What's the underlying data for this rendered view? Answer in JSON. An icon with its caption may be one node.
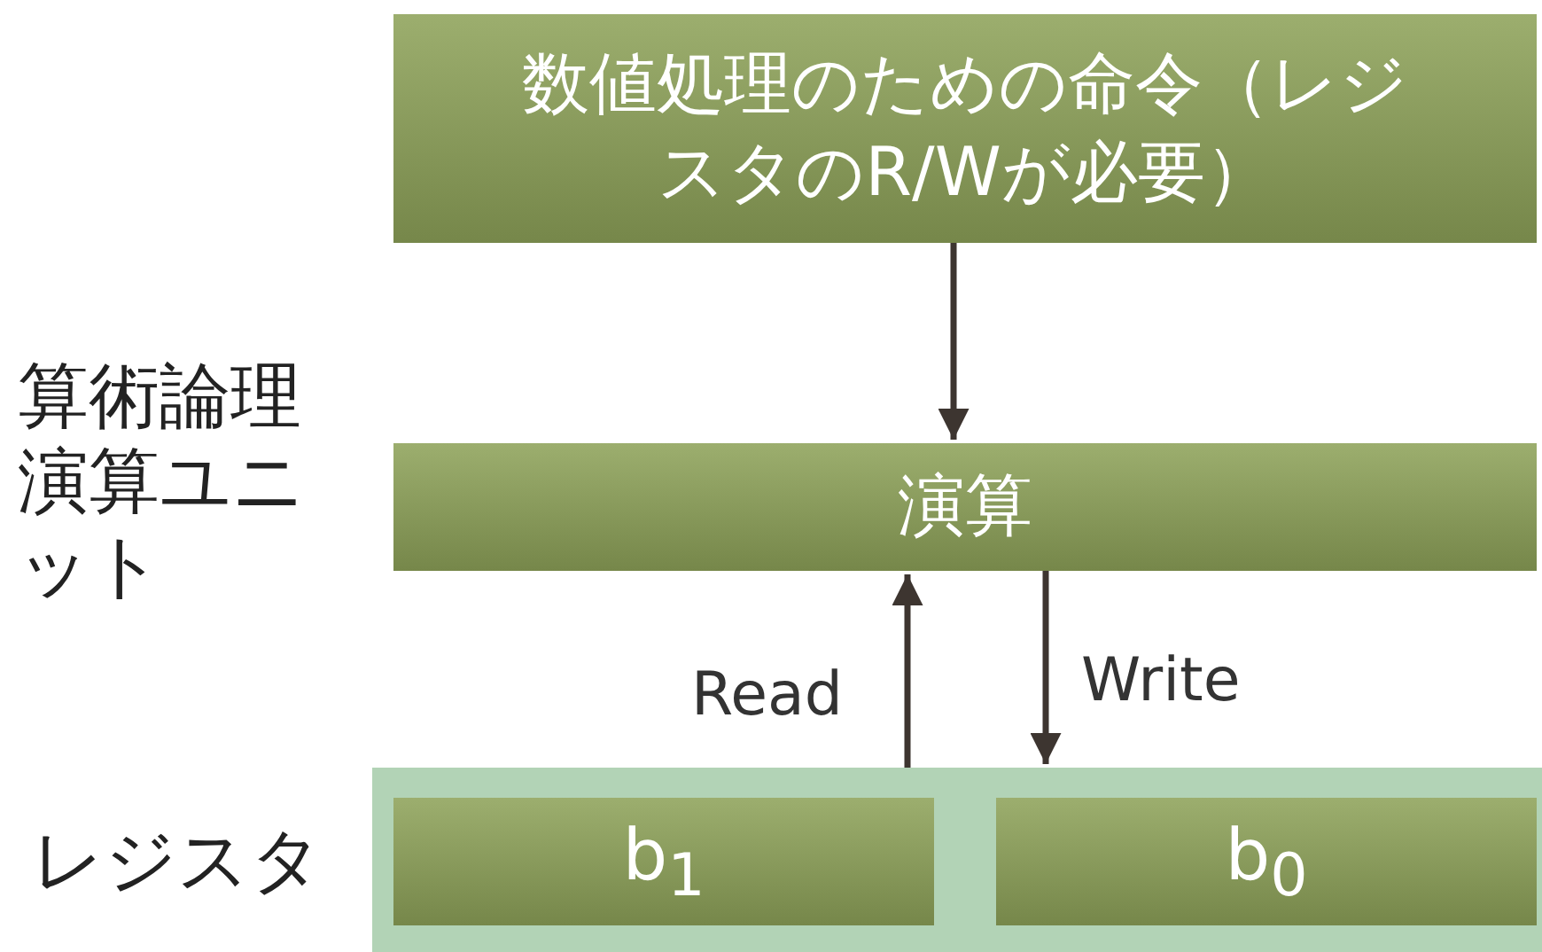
{
  "diagram": {
    "nodes": [
      {
        "text": [
          "数値処理のための命令（レジスタのR/Wが必要）"
        ]
      },
      {
        "text": [
          "演算"
        ]
      },
      {
        "text": [],
        "shape": "box"
      },
      {
        "text": [
          "b$_{1}$"
        ],
        "in": 2
      },
      {
        "text": [
          "b$_{0}$"
        ],
        "in": 2
      }
    ],
    "edges": [
      {
        "from": 0,
        "to": 1,
        "arrow": "to"
      },
      {
        "from": 2,
        "to": 1,
        "arrow": "to",
        "label": "Read"
      },
      {
        "from": 1,
        "to": 2,
        "arrow": "to",
        "label": "Write"
      }
    ],
    "labels": [
      "算術論理演算ユニット",
      "レジスタ"
    ]
  }
}
